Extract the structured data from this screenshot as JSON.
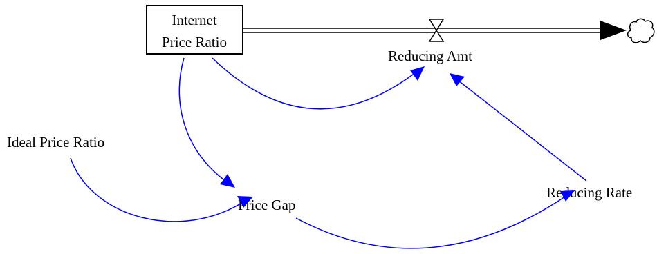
{
  "diagram": {
    "type": "stock-and-flow",
    "link_color": "#0000ff",
    "stock": {
      "line1": "Internet",
      "line2": "Price Ratio"
    },
    "flow": {
      "label": "Reducing Amt"
    },
    "variables": {
      "ideal_price_ratio": "Ideal Price Ratio",
      "price_gap": "Price Gap",
      "reducing_rate": "Reducing Rate"
    },
    "links": [
      {
        "from": "Internet Price Ratio",
        "to": "Reducing Amt"
      },
      {
        "from": "Internet Price Ratio",
        "to": "Price Gap"
      },
      {
        "from": "Ideal Price Ratio",
        "to": "Price Gap"
      },
      {
        "from": "Price Gap",
        "to": "Reducing Rate"
      },
      {
        "from": "Reducing Rate",
        "to": "Reducing Amt"
      }
    ]
  }
}
